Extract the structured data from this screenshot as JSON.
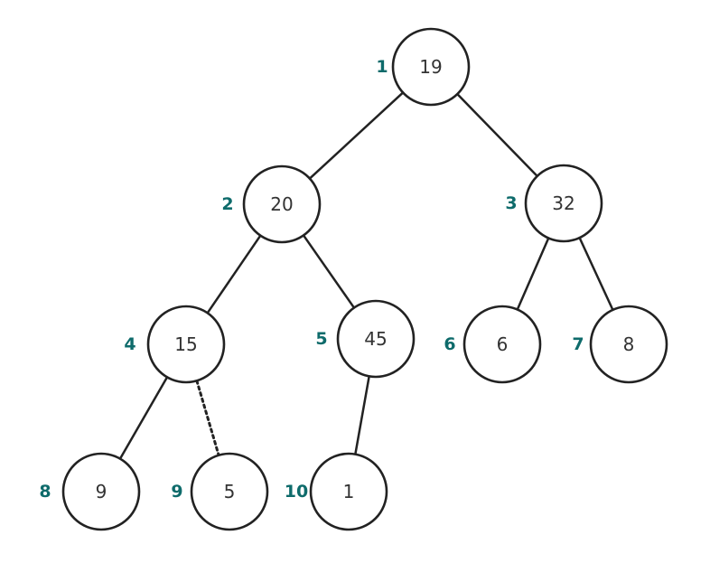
{
  "colors": {
    "index_label": "#0e6b6b",
    "stroke": "#222222",
    "value_text": "#333333"
  },
  "tree": {
    "nodes": [
      {
        "index": "1",
        "value": "19"
      },
      {
        "index": "2",
        "value": "20"
      },
      {
        "index": "3",
        "value": "32"
      },
      {
        "index": "4",
        "value": "15"
      },
      {
        "index": "5",
        "value": "45"
      },
      {
        "index": "6",
        "value": "6"
      },
      {
        "index": "7",
        "value": "8"
      },
      {
        "index": "8",
        "value": "9"
      },
      {
        "index": "9",
        "value": "5"
      },
      {
        "index": "10",
        "value": "1"
      }
    ],
    "edges": [
      {
        "from": "1",
        "to": "2",
        "style": "solid"
      },
      {
        "from": "1",
        "to": "3",
        "style": "solid"
      },
      {
        "from": "2",
        "to": "4",
        "style": "solid"
      },
      {
        "from": "2",
        "to": "5",
        "style": "solid"
      },
      {
        "from": "3",
        "to": "6",
        "style": "solid"
      },
      {
        "from": "3",
        "to": "7",
        "style": "solid"
      },
      {
        "from": "4",
        "to": "8",
        "style": "solid"
      },
      {
        "from": "4",
        "to": "9",
        "style": "dotted"
      },
      {
        "from": "5",
        "to": "10",
        "style": "solid"
      }
    ]
  }
}
